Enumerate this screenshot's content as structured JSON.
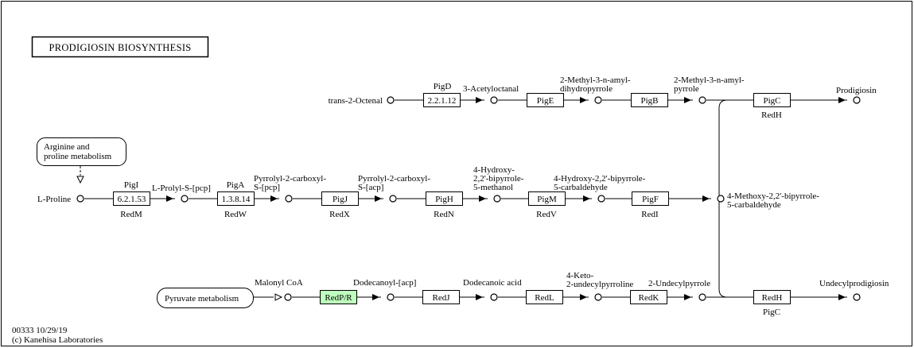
{
  "title": "PRODIGIOSIN BIOSYNTHESIS",
  "footer": {
    "map_id": "00333 10/29/19",
    "copyright": "(c) Kanehisa Laboratories"
  },
  "maps": {
    "arginine": [
      "Arginine and",
      "proline metabolism"
    ],
    "pyruvate": "Pyruvate metabolism"
  },
  "compounds": {
    "trans_2_octenal": "trans-2-Octenal",
    "acetyloctanal": "3-Acetyloctanal",
    "methyl_amyl_dihydropyrrole": [
      "2-Methyl-3-n-amyl-",
      "dihydropyrrole"
    ],
    "methyl_amyl_pyrrole": [
      "2-Methyl-3-n-amyl-",
      "pyrrole"
    ],
    "prodigiosin": "Prodigiosin",
    "l_proline": "L-Proline",
    "l_prolyl_pcp": "L-Prolyl-S-[pcp]",
    "pyrrolyl_pcp": [
      "Pyrrolyl-2-carboxyl-",
      "S-[pcp]"
    ],
    "pyrrolyl_acp": [
      "Pyrrolyl-2-carboxyl-",
      "S-[acp]"
    ],
    "hydroxy_methanol": [
      "4-Hydroxy-",
      "2,2'-bipyrrole-",
      "5-methanol"
    ],
    "hydroxy_carbaldehyde": [
      "4-Hydroxy-2,2'-bipyrrole-",
      "5-carbaldehyde"
    ],
    "methoxy_carbaldehyde": [
      "4-Methoxy-2,2'-bipyrrole-",
      "5-carbaldehyde"
    ],
    "malonyl_coa": "Malonyl CoA",
    "dodecanoyl_acp": "Dodecanoyl-[acp]",
    "dodecanoic_acid": "Dodecanoic acid",
    "keto_undecylpyrroline": [
      "4-Keto-",
      "2-undecylpyrroline"
    ],
    "undecylpyrrole": "2-Undecylpyrrole",
    "undecylprodigiosin": "Undecylprodigiosin"
  },
  "enzymes": {
    "e1": {
      "box": "2.2.1.12",
      "above": "PigD",
      "below": ""
    },
    "e2": {
      "box": "PigE",
      "above": "",
      "below": ""
    },
    "e3": {
      "box": "PigB",
      "above": "",
      "below": ""
    },
    "e4": {
      "box": "PigC",
      "above": "",
      "below": "RedH"
    },
    "e5": {
      "box": "6.2.1.53",
      "above": "PigI",
      "below": "RedM"
    },
    "e6": {
      "box": "1.3.8.14",
      "above": "PigA",
      "below": "RedW"
    },
    "e7": {
      "box": "PigJ",
      "above": "",
      "below": "RedX"
    },
    "e8": {
      "box": "PigH",
      "above": "",
      "below": "RedN"
    },
    "e9": {
      "box": "PigM",
      "above": "",
      "below": "RedV"
    },
    "e10": {
      "box": "PigF",
      "above": "",
      "below": "RedI"
    },
    "e11": {
      "box": "RedP/R",
      "above": "",
      "below": "",
      "highlight": "#bfffbf"
    },
    "e12": {
      "box": "RedJ",
      "above": "",
      "below": ""
    },
    "e13": {
      "box": "RedL",
      "above": "",
      "below": ""
    },
    "e14": {
      "box": "RedK",
      "above": "",
      "below": ""
    },
    "e15": {
      "box": "RedH",
      "above": "",
      "below": "PigC"
    }
  }
}
